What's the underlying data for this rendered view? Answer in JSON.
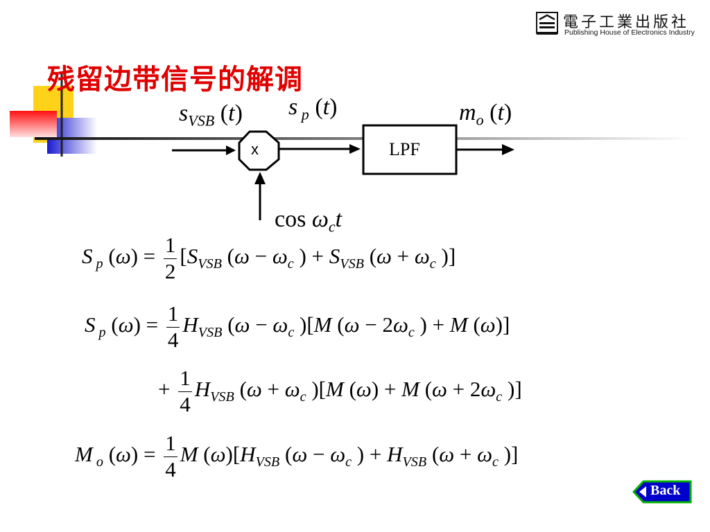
{
  "publisher": {
    "name_cn": "電子工業出版社",
    "name_en": "Publishing House of Electronics Industry"
  },
  "slide": {
    "title": "残留边带信号的解调"
  },
  "diagram": {
    "input_label": "s_VSB(t)",
    "mid_label": "s_p(t)",
    "output_label": "m_o(t)",
    "multiplier_label": "x",
    "filter_label": "LPF",
    "carrier_label": "cos ω_c t"
  },
  "equations": [
    "S_p(ω) = 1/2 [S_VSB(ω − ω_c) + S_VSB(ω + ω_c)]",
    "S_p(ω) = 1/4 H_VSB(ω − ω_c)[M(ω − 2ω_c) + M(ω)]",
    "+ 1/4 H_VSB(ω + ω_c)[M(ω) + M(ω + 2ω_c)]",
    "M_o(ω) = 1/4 M(ω)[H_VSB(ω − ω_c) + H_VSB(ω + ω_c)]"
  ],
  "nav": {
    "back_label": "Back"
  },
  "colors": {
    "title": "#e00000",
    "accent_yellow": "#ffd21a",
    "accent_red": "#ff2020",
    "accent_blue": "#2020d0",
    "back_button": "#0000cc",
    "back_border": "#00b000"
  }
}
